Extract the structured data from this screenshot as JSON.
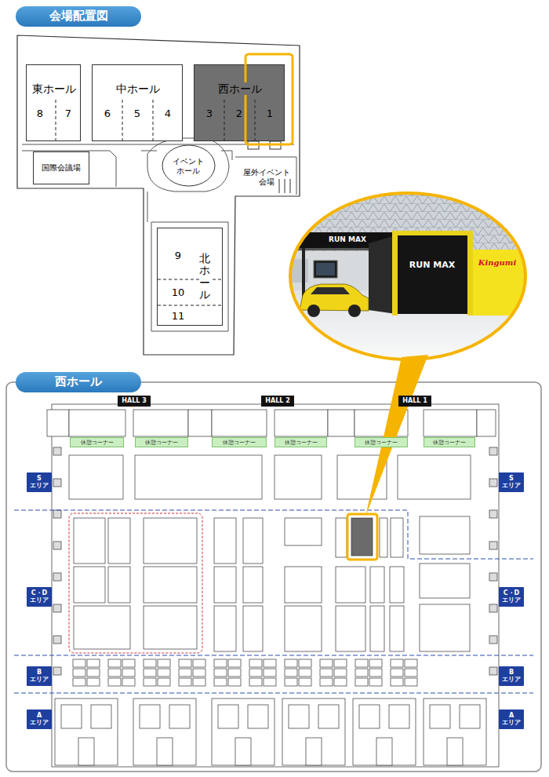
{
  "diagram": {
    "nodes": [
      {
        "text": [
          "会場配置図"
        ]
      },
      {
        "text": [
          "東ホール",
          "8",
          "7"
        ]
      },
      {
        "text": [
          "中ホール",
          "6",
          "5",
          "4"
        ]
      },
      {
        "text": [
          "西ホール",
          "3",
          "2",
          "1"
        ]
      },
      {
        "text": [
          "国際会議場"
        ]
      },
      {
        "text": [
          "イベント ホール"
        ]
      },
      {
        "text": [
          "屋外イベント 会場"
        ]
      },
      {
        "text": [
          "北ホール",
          "9",
          "10",
          "11"
        ]
      },
      {
        "text": [
          "西ホール"
        ]
      },
      {
        "text": [
          "HALL 3"
        ]
      },
      {
        "text": [
          "HALL 2"
        ]
      },
      {
        "text": [
          "HALL 1"
        ]
      },
      {
        "text": [
          "休憩コーナー"
        ]
      },
      {
        "text": [
          "休憩コーナー"
        ]
      },
      {
        "text": [
          "休憩コーナー"
        ]
      },
      {
        "text": [
          "休憩コーナー"
        ]
      },
      {
        "text": [
          "休憩コーナー"
        ]
      },
      {
        "text": [
          "休憩コーナー"
        ]
      },
      {
        "text": [
          "S エリア"
        ]
      },
      {
        "text": [
          "S エリア"
        ]
      },
      {
        "text": [
          "C・D エリア"
        ]
      },
      {
        "text": [
          "C・D エリア"
        ]
      },
      {
        "text": [
          "B エリア"
        ]
      },
      {
        "text": [
          "B エリア"
        ]
      },
      {
        "text": [
          "A エリア"
        ]
      },
      {
        "text": [
          "A エリア"
        ]
      }
    ],
    "labels": [
      "RUN MAX",
      "RUN MAX",
      "Kingumi"
    ]
  }
}
